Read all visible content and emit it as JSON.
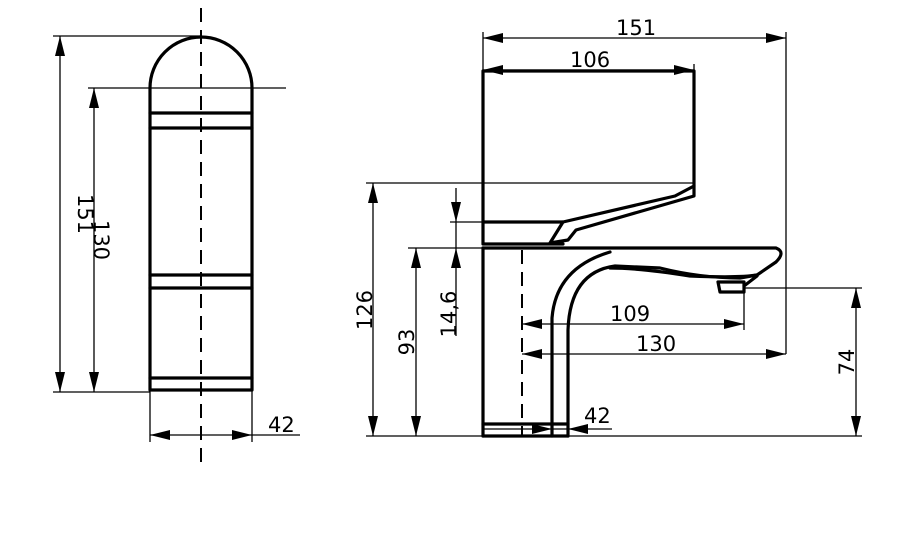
{
  "front_view": {
    "overall_height": "151",
    "body_height": "130",
    "width": "42"
  },
  "side_view": {
    "overall_length": "151",
    "handle_length": "106",
    "height_to_top": "126",
    "height_to_spout": "93",
    "handle_offset": "14,6",
    "spout_reach_inner": "109",
    "spout_reach": "130",
    "spout_outlet_height": "74",
    "base_width": "42"
  }
}
